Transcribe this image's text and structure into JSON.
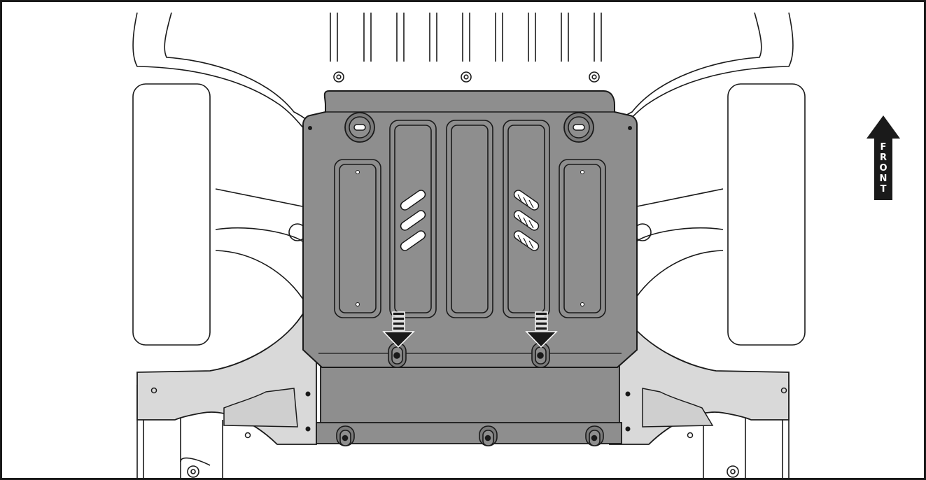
{
  "diagram": {
    "front_indicator": {
      "letters": [
        "F",
        "R",
        "O",
        "N",
        "T"
      ],
      "icon": "up-arrow-icon"
    },
    "fastener_arrows": {
      "icon": "down-arrow-icon",
      "count": 2
    },
    "colors": {
      "plate": "#8e8e8e",
      "plate_dark": "#7a7a7a",
      "bracket": "#d9d9d9",
      "outline": "#1a1a1a",
      "background": "#ffffff"
    }
  }
}
